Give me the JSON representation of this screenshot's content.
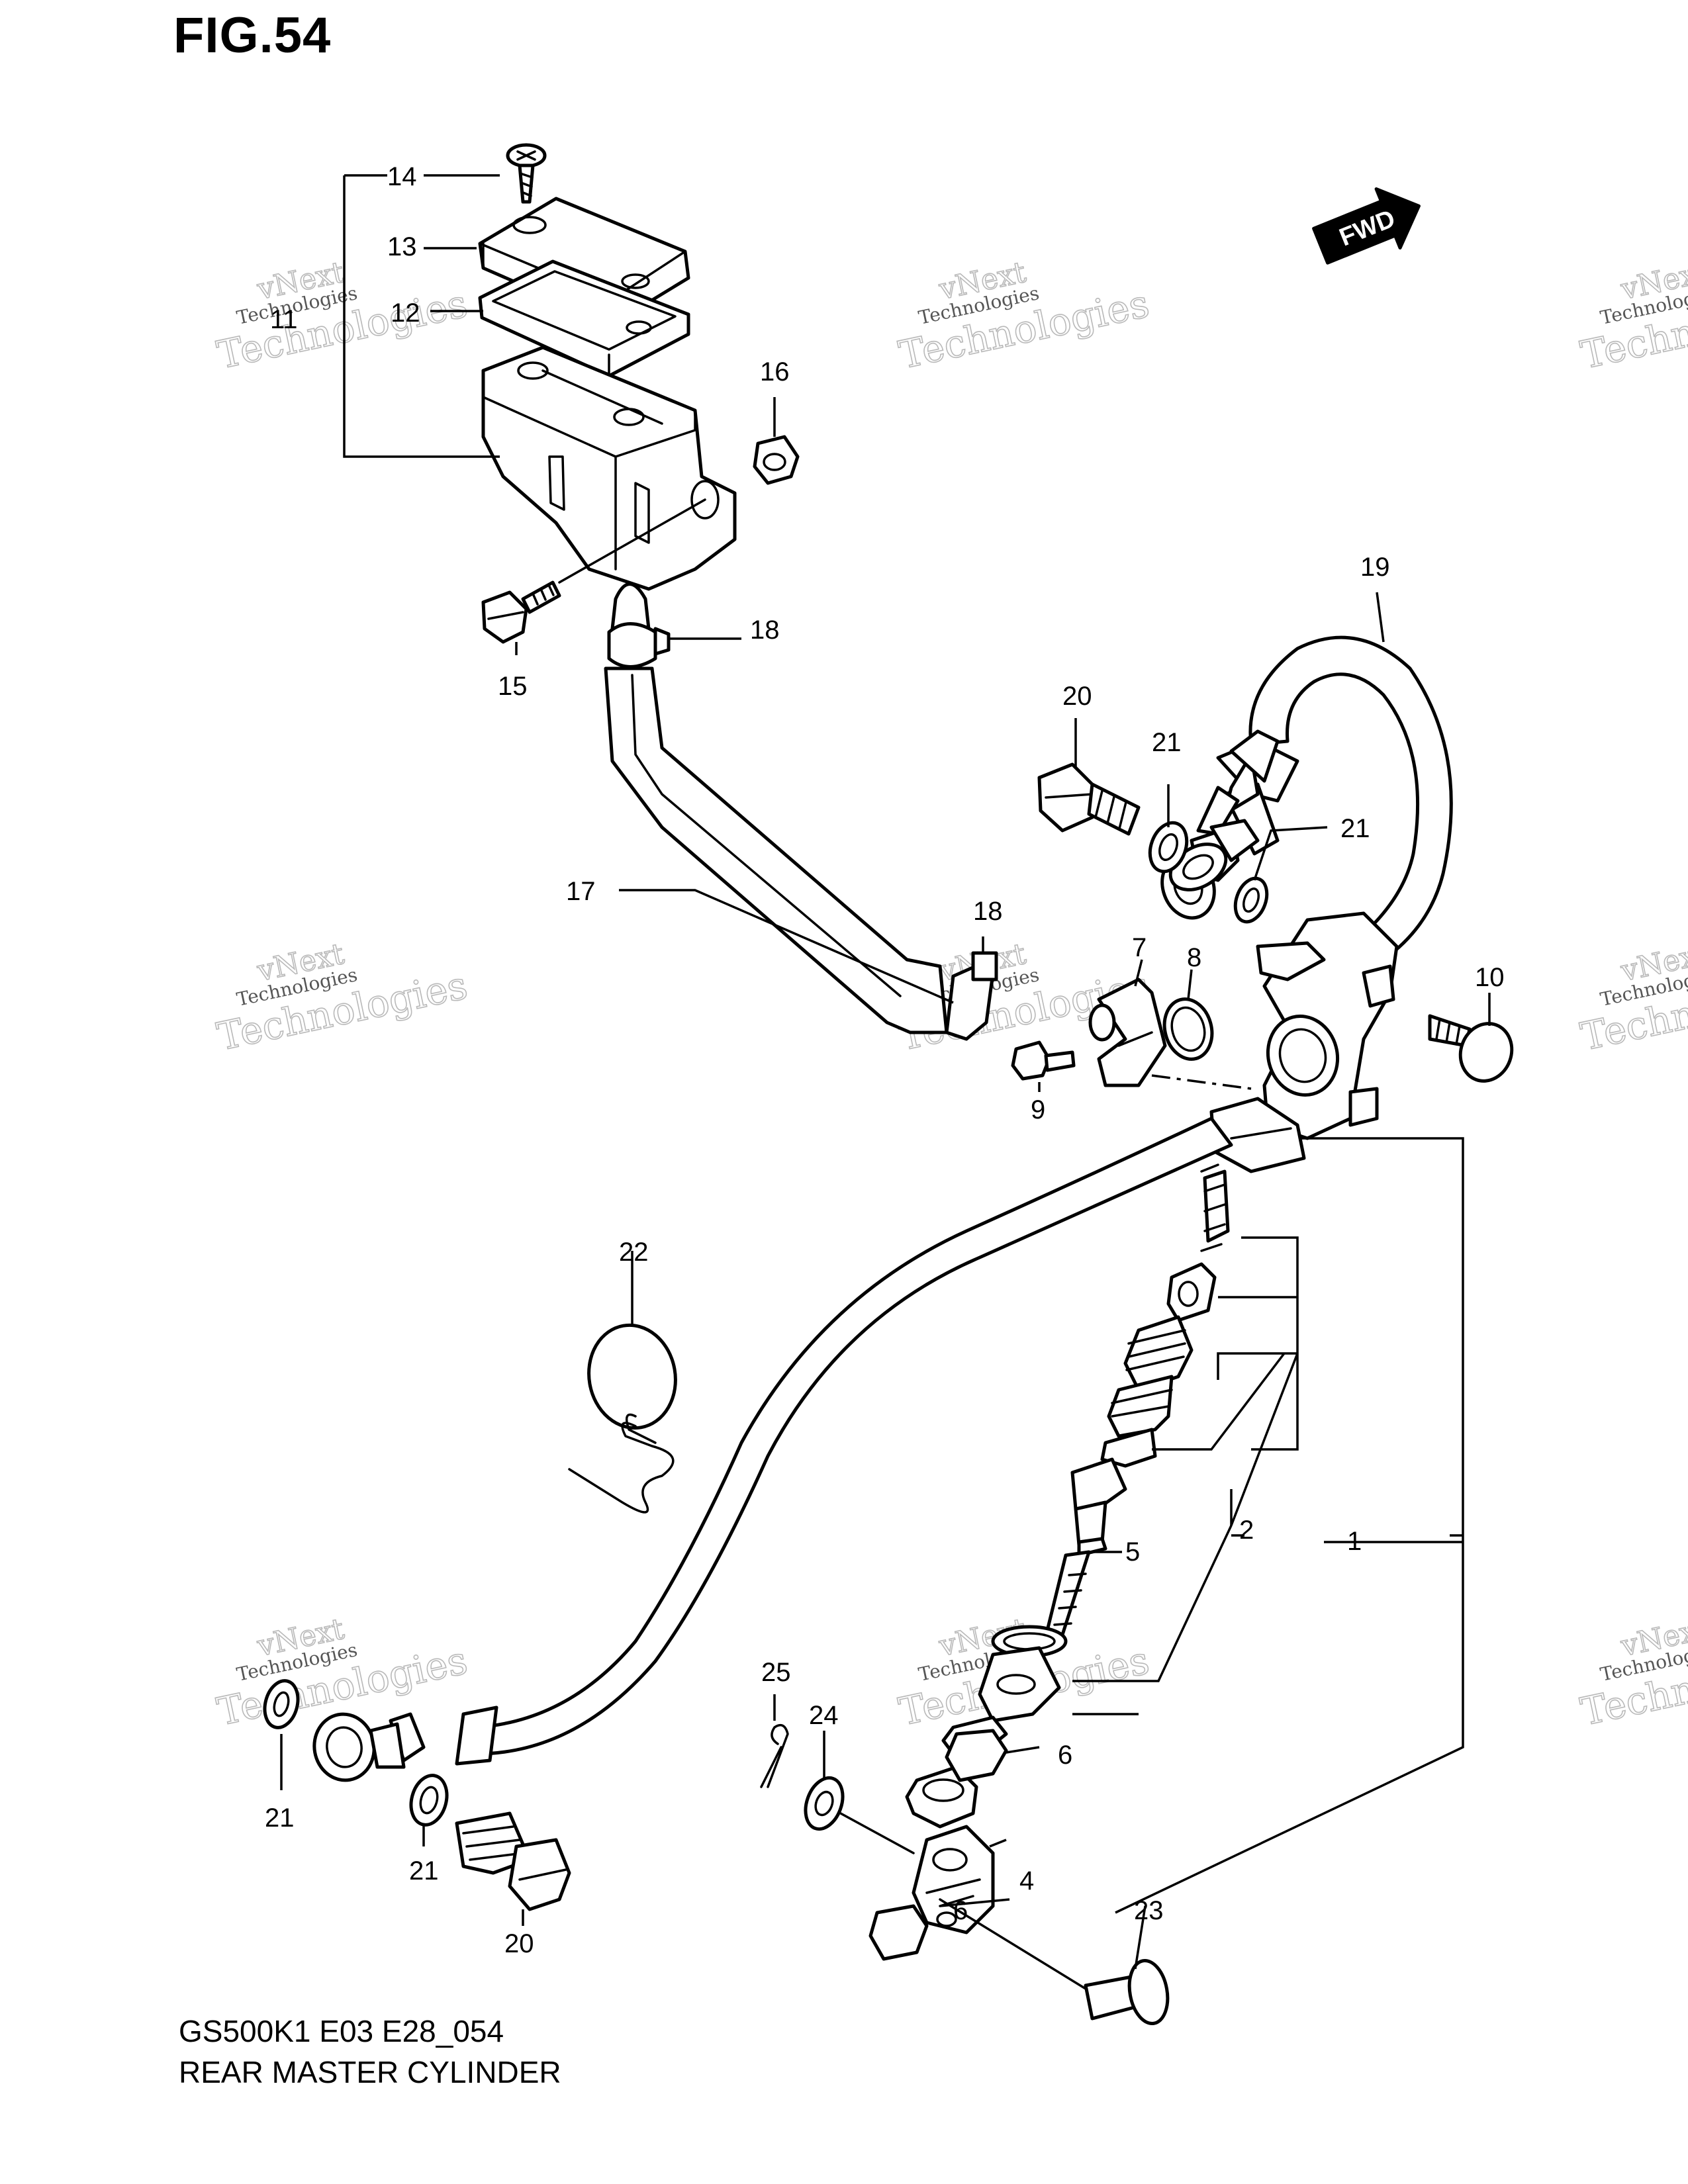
{
  "figure": {
    "title": "FIG.54"
  },
  "caption": {
    "code": "GS500K1 E03 E28_054",
    "name": "REAR MASTER CYLINDER"
  },
  "fwd_badge": "FWD",
  "watermark": {
    "line1": "vNext",
    "line2": "Technologies",
    "line3": "Technologies"
  },
  "callouts": {
    "c1": "1",
    "c2": "2",
    "c4": "4",
    "c5": "5",
    "c6a": "6",
    "c6b": "6",
    "c7": "7",
    "c8": "8",
    "c9": "9",
    "c10": "10",
    "c11": "11",
    "c12": "12",
    "c13": "13",
    "c14": "14",
    "c15": "15",
    "c16": "16",
    "c17": "17",
    "c18a": "18",
    "c18b": "18",
    "c19": "19",
    "c20a": "20",
    "c20b": "20",
    "c21a": "21",
    "c21b": "21",
    "c21c": "21",
    "c21d": "21",
    "c22": "22",
    "c23": "23",
    "c24": "24",
    "c25": "25"
  }
}
